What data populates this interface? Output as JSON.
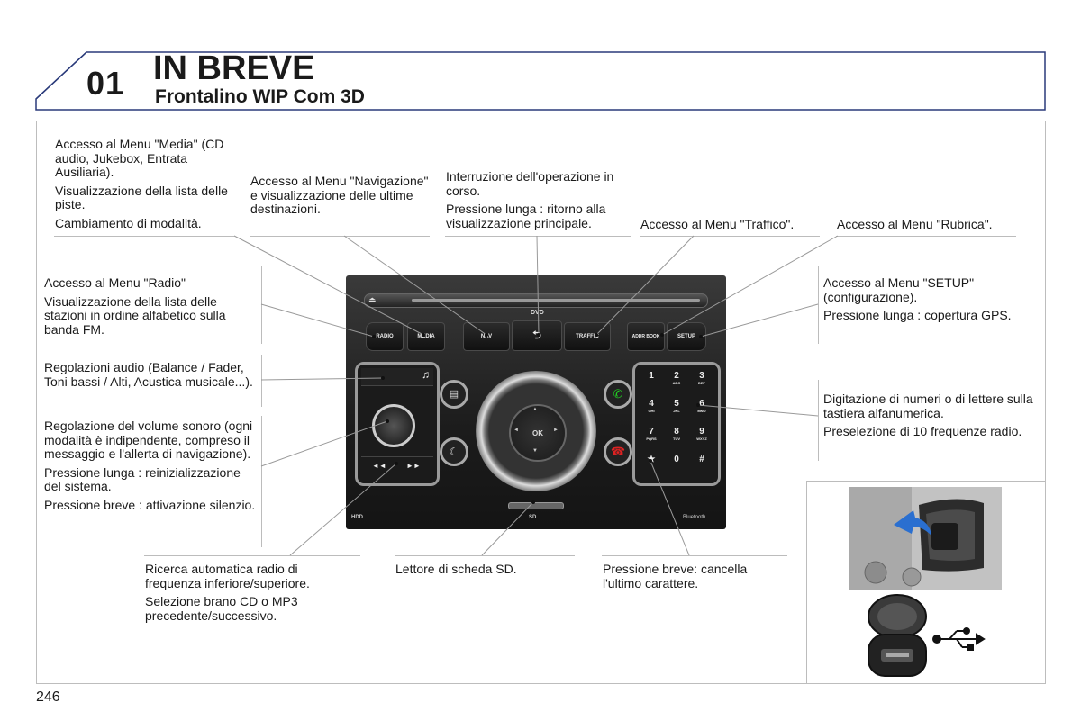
{
  "header": {
    "chapter": "01",
    "title": "IN BREVE",
    "subtitle": "Frontalino WIP Com 3D"
  },
  "captions": {
    "media": [
      "Accesso al Menu \"Media\" (CD audio, Jukebox, Entrata Ausiliaria).",
      "Visualizzazione della lista delle piste.",
      "Cambiamento di modalità."
    ],
    "nav": [
      "Accesso al Menu \"Navigazione\" e visualizzazione delle ultime destinazioni."
    ],
    "back": [
      "Interruzione dell'operazione in corso.",
      "Pressione lunga : ritorno alla visualizzazione principale."
    ],
    "traffic": [
      "Accesso al Menu \"Traffico\"."
    ],
    "addrbook": [
      "Accesso al Menu \"Rubrica\"."
    ],
    "radio": [
      "Accesso al Menu \"Radio\"",
      "Visualizzazione della lista delle stazioni in ordine alfabetico sulla banda FM."
    ],
    "setup": [
      "Accesso al Menu \"SETUP\" (configurazione).",
      "Pressione lunga : copertura GPS."
    ],
    "audio": [
      "Regolazioni audio (Balance / Fader, Toni bassi / Alti, Acustica musicale...)."
    ],
    "volume": [
      "Regolazione del volume sonoro (ogni modalità è indipendente, compreso il messaggio e l'allerta di navigazione).",
      "Pressione lunga : reinizializzazione del sistema.",
      "Pressione breve : attivazione silenzio."
    ],
    "keypad": [
      "Digitazione di numeri o di lettere sulla tastiera alfanumerica.",
      "Preselezione di 10 frequenze radio."
    ],
    "seek": [
      "Ricerca automatica radio di frequenza inferiore/superiore.",
      "Selezione brano CD o MP3 precedente/successivo."
    ],
    "sd": [
      "Lettore di scheda SD."
    ],
    "clear": [
      "Pressione breve: cancella l'ultimo carattere."
    ]
  },
  "panel": {
    "buttons": {
      "radio": "RADIO",
      "media": "MEDIA",
      "nav": "NAV",
      "back": "⮌",
      "traffic": "TRAFFIC",
      "addrbook": "ADDR BOOK",
      "setup": "SETUP",
      "ok": "OK",
      "dvd": "DVD",
      "hdd": "HDD",
      "sd_logo": "SD",
      "bluetooth": "Bluetooth"
    },
    "keys": [
      {
        "digit": "1",
        "letters": ""
      },
      {
        "digit": "2",
        "letters": "ABC"
      },
      {
        "digit": "3",
        "letters": "DEF"
      },
      {
        "digit": "4",
        "letters": "GHI"
      },
      {
        "digit": "5",
        "letters": "JKL"
      },
      {
        "digit": "6",
        "letters": "MNO"
      },
      {
        "digit": "7",
        "letters": "PQRS"
      },
      {
        "digit": "8",
        "letters": "TUV"
      },
      {
        "digit": "9",
        "letters": "WXYZ"
      },
      {
        "digit": "★",
        "letters": ""
      },
      {
        "digit": "0",
        "letters": ""
      },
      {
        "digit": "#",
        "letters": ""
      }
    ],
    "seek_prev": "◄◄",
    "seek_next": "►►"
  },
  "page_number": "246",
  "colors": {
    "header_border": "#2a3a7a",
    "frame_border": "#bdbdbd",
    "panel_bg": "#1c1c1c",
    "arrow_blue": "#2a6fd0"
  }
}
